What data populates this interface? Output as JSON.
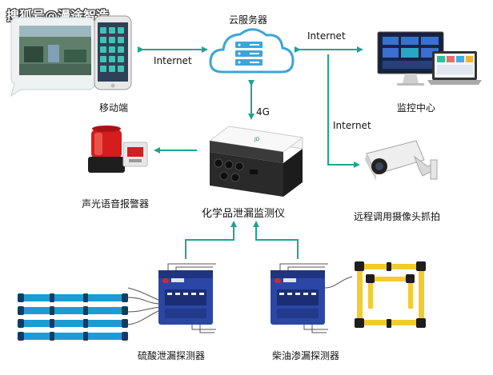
{
  "watermark": "搜狐号@漫途智造",
  "labels": {
    "cloud": "云服务器",
    "mobile": "移动端",
    "monitor_center": "监控中心",
    "alarm": "声光语音报警器",
    "analyzer": "化学品泄漏监测仪",
    "camera": "远程调用摄像头抓拍",
    "acid_detector": "硫酸泄漏探测器",
    "diesel_detector": "柴油渗漏探测器"
  },
  "links": {
    "mobile_cloud": "Internet",
    "cloud_monitor": "Internet",
    "cloud_camera": "Internet",
    "cloud_device": "4G"
  },
  "colors": {
    "arrow": "#1fa391",
    "cloud": "#3aa6d8",
    "device_body": "#2b2b2b",
    "device_top": "#f1f1f1",
    "cable": "#1e9bd6",
    "tape": "#f2cc2e"
  }
}
